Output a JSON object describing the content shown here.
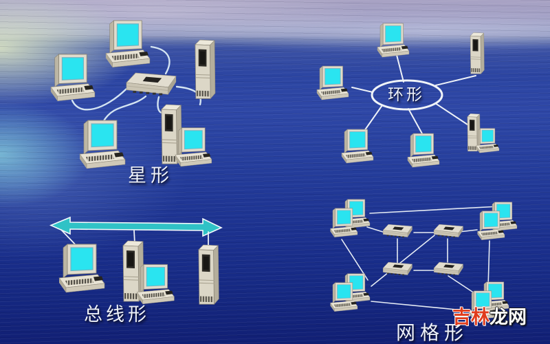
{
  "diagram": {
    "subject": "network-topologies",
    "topologies": {
      "star": {
        "label": "星形",
        "node_count": 6,
        "hub_count": 1
      },
      "ring": {
        "label": "环形",
        "node_count": 6
      },
      "bus": {
        "label": "总线形",
        "node_count": 3
      },
      "mesh": {
        "label": "网格形",
        "workstation_clusters": 4,
        "hub_count": 4
      }
    },
    "device_icons": {
      "desktop": "desktop-computer-icon",
      "tower": "tower-server-icon",
      "hub": "network-hub-icon",
      "cluster": "workstation-cluster-icon"
    }
  },
  "watermark": {
    "brand_red": "吉林",
    "brand_white": "龙网"
  },
  "colors": {
    "screen_cyan": "#2ae4f0",
    "bus_arrow_cyan": "#30c2c6",
    "device_beige": "#dcd7c7",
    "connection_white": "#e8eef6",
    "watermark_red": "#e03c1c",
    "ocean_deep": "#162b84",
    "sky_lavender": "#9e9cc2"
  }
}
